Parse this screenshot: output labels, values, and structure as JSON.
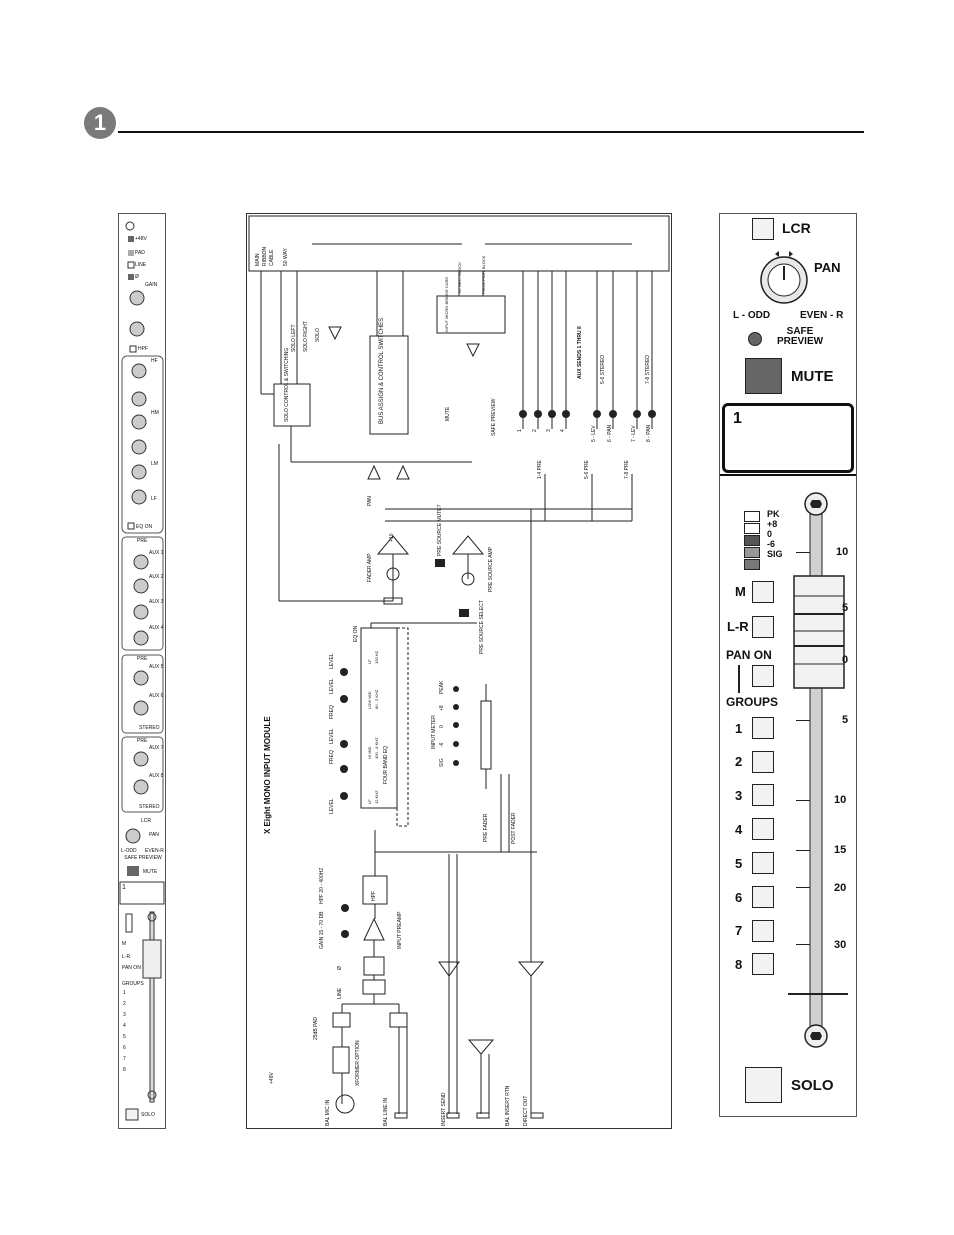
{
  "section_number": "1",
  "diagram": {
    "title": "X Eight MONO INPUT MODULE",
    "ribbon": [
      "MAIN",
      "RIBBON",
      "CABLE",
      "50 WAY"
    ],
    "labels": {
      "solo_control": "SOLO CONTROL & SWITCHING",
      "bus_assign": "BUS ASSIGN & CONTROL SWITCHES",
      "input_micro_bridge": "INPUT MICRO BRIDGE CARD",
      "to_next_block": "TO NEXT BLOCK",
      "from_prev_block": "FROM PREV BLOCK",
      "aux_sends": "AUX SENDS 1 THRU 8",
      "four_band_eq": "FOUR BAND EQ",
      "fader_amp": "FADER AMP",
      "pre_source_amp": "PRE SOURCE AMP",
      "pre_source_mute": "PRE SOURCE MUTE?",
      "pre_source_select": "PRE SOURCE SELECT",
      "input_meter": "INPUT METER",
      "input_preamp": "INPUT PREAMP",
      "hpf": "HPF",
      "hpf_range": "HPF 20 - 400HZ",
      "gain": "GAIN 15 - 70 DB",
      "pad": "25dB PAD",
      "xformer": "XFORMER OPTION",
      "phantom": "+48V",
      "bal_mic_in": "BAL MIC IN",
      "bal_line_in": "BAL LINE IN",
      "insert_send": "INSERT SEND",
      "bal_insert_rtn": "BAL INSERT RTN",
      "direct_out": "DIRECT OUT",
      "eq_on": "EQ ON",
      "pre_fader": "PRE FADER",
      "post_fader": "POST FADER",
      "pan": "PAN",
      "mute": "MUTE",
      "safe_preview": "SAFE PREVIEW",
      "solo_left": "SOLO LEFT",
      "solo_right": "SOLO RIGHT",
      "solo": "SOLO",
      "line": "LINE",
      "phase": "Ø",
      "plus10": "+10"
    },
    "eq_bands": [
      {
        "name": "LF",
        "range": "12 KHZ"
      },
      {
        "name": "HI MID",
        "range": "400 - 8 KHZ"
      },
      {
        "name": "LOW MID",
        "range": "80 - 2 KHZ"
      },
      {
        "name": "LF",
        "range": "100 HZ"
      }
    ],
    "eq_controls": [
      "LEVEL",
      "FREQ",
      "LEVEL",
      "FREQ",
      "LEVEL",
      "LEVEL"
    ],
    "meter_leds": [
      "PEAK",
      "+8",
      "0",
      "-6",
      "SIG"
    ],
    "aux_pots": [
      "1",
      "2",
      "3",
      "4",
      "5 - LEV",
      "6 - PAN",
      "7 - LEV",
      "8 - PAN"
    ],
    "aux_groups": [
      "1-4 PRE",
      "5-6 PRE",
      "7-8 PRE"
    ],
    "stereo": [
      "5-6 STEREO",
      "7-8 STEREO"
    ]
  },
  "strip": {
    "top": [
      "+48V",
      "PAD",
      "LINE",
      "Ø",
      "GAIN",
      "HPF"
    ],
    "eq": [
      "HF",
      "HM",
      "LM",
      "LF",
      "EQ ON"
    ],
    "aux": [
      "PRE",
      "AUX 1",
      "AUX 2",
      "AUX 3",
      "AUX 4",
      "PRE",
      "AUX 5",
      "AUX 6",
      "STEREO",
      "PRE",
      "AUX 7",
      "AUX 8",
      "STEREO"
    ],
    "lower": [
      "LCR",
      "PAN",
      "L-ODD",
      "EVEN-R",
      "SAFE PREVIEW",
      "MUTE"
    ],
    "channel": "1",
    "groups_head": [
      "M",
      "L-R",
      "PAN ON",
      "GROUPS"
    ],
    "groups": [
      "1",
      "2",
      "3",
      "4",
      "5",
      "6",
      "7",
      "8"
    ],
    "solo": "SOLO"
  },
  "detail": {
    "lcr": "LCR",
    "pan": "PAN",
    "pan_left": "L - ODD",
    "pan_right": "EVEN - R",
    "safe_preview": "SAFE PREVIEW",
    "mute": "MUTE",
    "channel_number": "1",
    "meter": [
      "PK",
      "+8",
      "0",
      "-6",
      "SIG"
    ],
    "m": "M",
    "lr": "L-R",
    "pan_on": "PAN ON",
    "groups_label": "GROUPS",
    "groups": [
      "1",
      "2",
      "3",
      "4",
      "5",
      "6",
      "7",
      "8"
    ],
    "fader_scale": [
      "10",
      "5",
      "0",
      "5",
      "10",
      "15",
      "20",
      "30"
    ],
    "solo": "SOLO"
  }
}
